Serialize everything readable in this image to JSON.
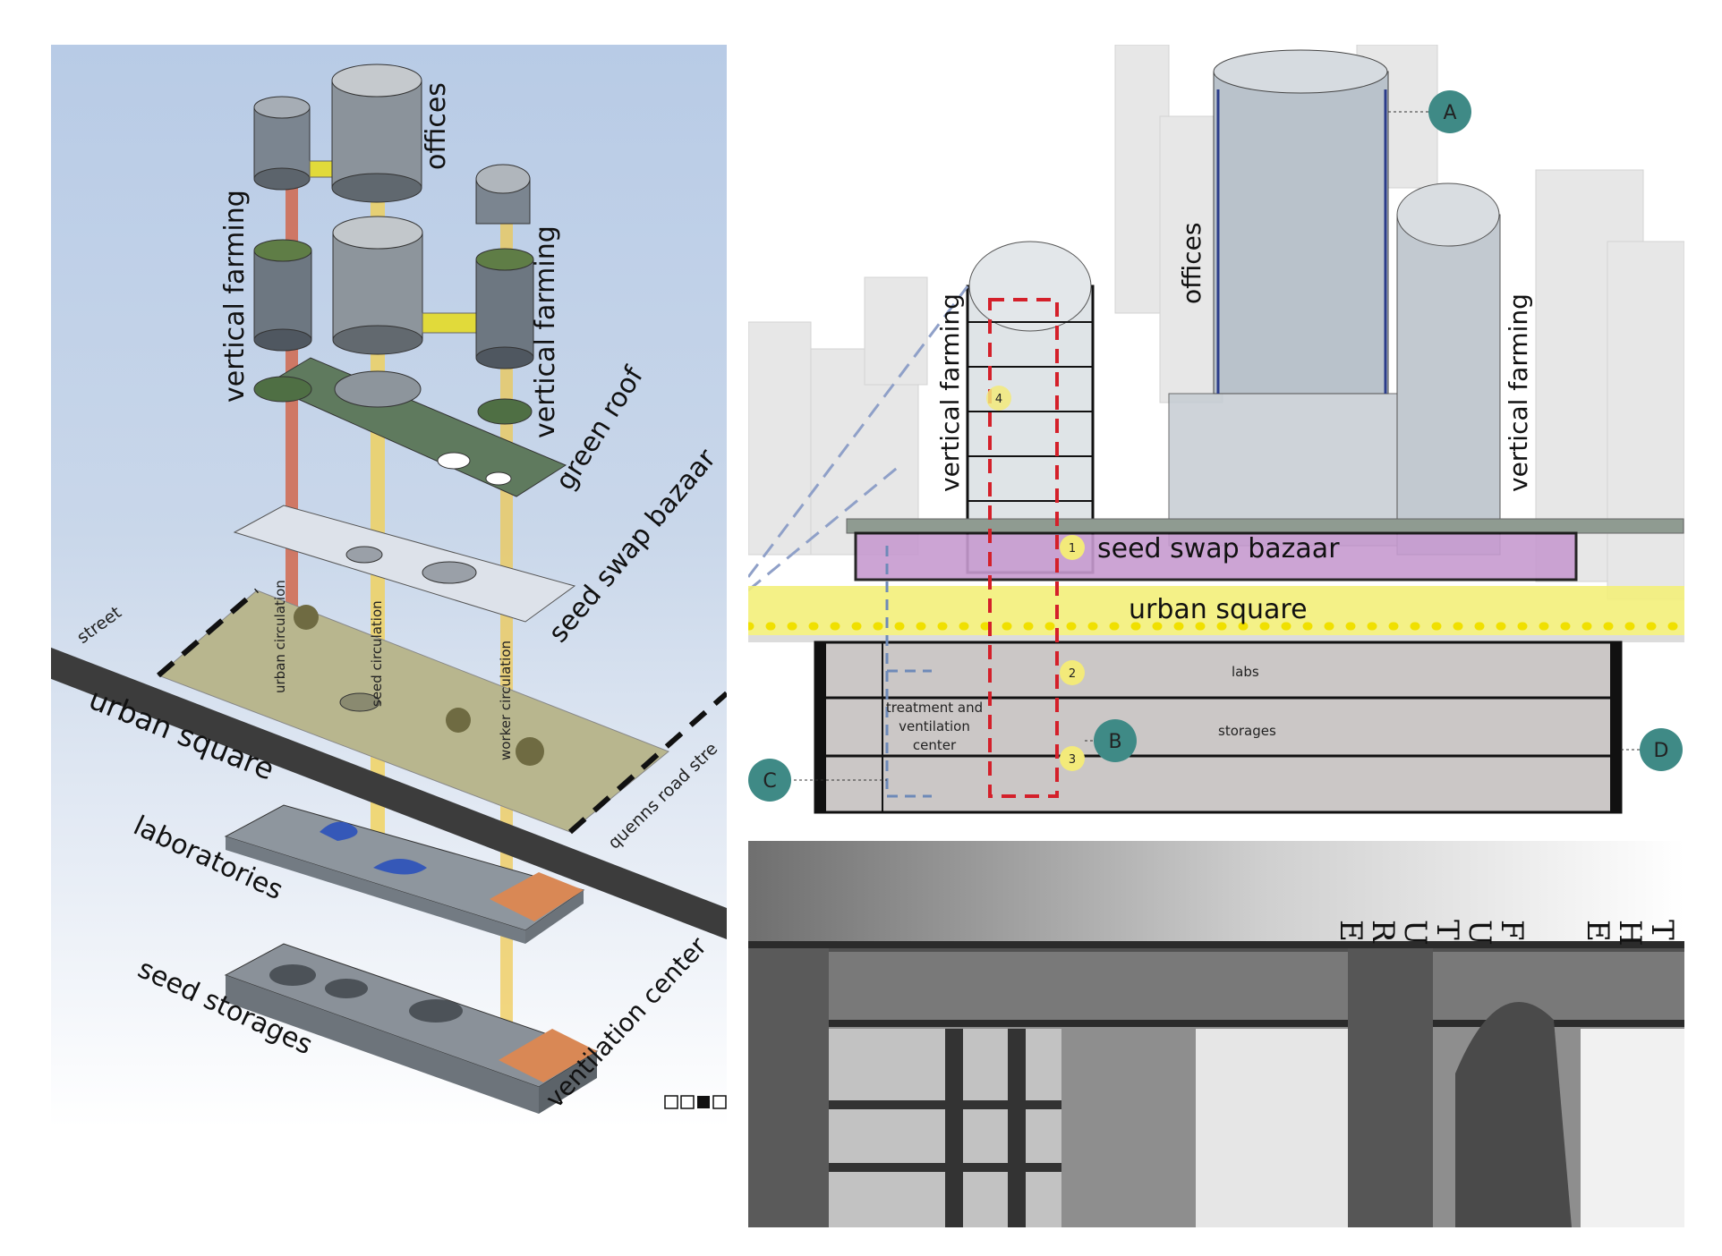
{
  "axonometric": {
    "labels": {
      "offices": "offices",
      "vertical_farming_left": "vertical  farming",
      "vertical_farming_right": "vertical  farming",
      "green_roof": "green roof",
      "seed_swap_bazaar": "seed swap bazaar",
      "street": "street",
      "urban_square": "urban square",
      "urban_circulation": "urban circulation",
      "seed_circulation": "seed circulation",
      "worker_circulation": "worker circulation",
      "quenns_road": "quenns road stre",
      "laboratories": "laboratories",
      "seed_storages": "seed storages",
      "ventilation_center": "ventilation center"
    },
    "colors": {
      "urban_circulation": "#d0674e",
      "seed_circulation": "#f3d04f",
      "worker_circulation": "#f0c84a",
      "green_roof": "#5f7a5e",
      "urban_square": "#b8b68e",
      "orange_zone": "#d98855",
      "blue_zone": "#3558b8"
    }
  },
  "section": {
    "labels": {
      "vertical_farming_left": "vertical farming",
      "offices": "offices",
      "vertical_farming_right": "vertical farming",
      "seed_swap_bazaar": "seed swap bazaar",
      "urban_square": "urban square",
      "labs": "labs",
      "storages": "storages",
      "treatment_line1": "treatment and",
      "treatment_line2": "ventilation",
      "treatment_line3": "center"
    },
    "markers": [
      "A",
      "B",
      "C",
      "D"
    ],
    "steps": [
      "1",
      "2",
      "3",
      "4"
    ],
    "colors": {
      "marker": "#3f8a86",
      "route": "#d4202a",
      "bazaar": "#c79bd0",
      "square": "#f3f07a",
      "step": "#f3ea7a"
    }
  },
  "photo": {
    "letters": [
      "T",
      "H",
      "E",
      "F",
      "U",
      "T",
      "U",
      "R",
      "E"
    ]
  }
}
